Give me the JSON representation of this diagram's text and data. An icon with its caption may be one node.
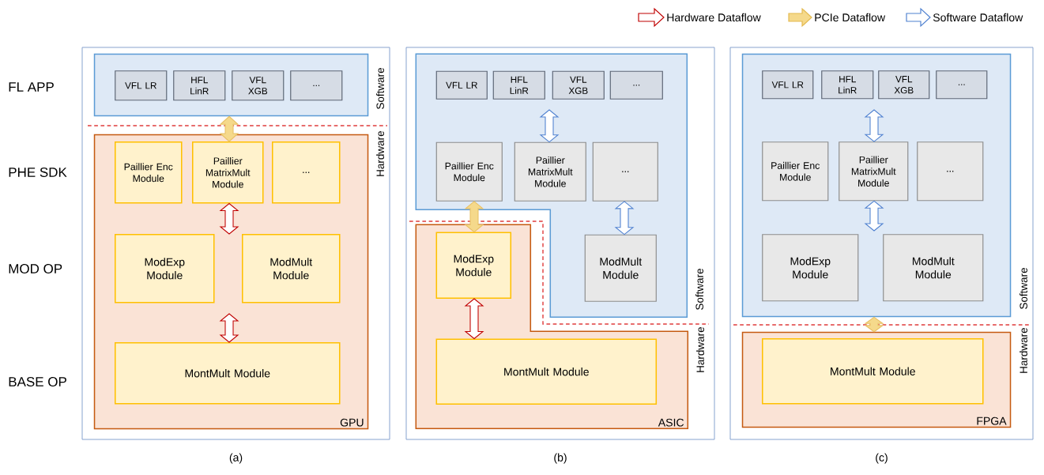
{
  "diagram": {
    "nodes": [
      {
        "text": [],
        "shape": "box",
        "beside": [
          "(a)"
        ]
      },
      {
        "text": [],
        "shape": "box",
        "beside": [
          "Software"
        ],
        "in": 0
      },
      {
        "text": [
          "VFL LR"
        ],
        "in": 1
      },
      {
        "text": [
          "HFL LinR"
        ],
        "in": 1
      },
      {
        "text": [
          "VFL XGB"
        ],
        "in": 1
      },
      {
        "text": [
          "..."
        ],
        "in": 1
      },
      {
        "text": [
          "GPU"
        ],
        "beside": [
          "Hardware"
        ],
        "in": 0
      },
      {
        "text": [
          "Paillier Enc Module"
        ],
        "in": 6
      },
      {
        "text": [
          "Paillier MatrixMult Module"
        ],
        "in": 6
      },
      {
        "text": [
          "..."
        ],
        "in": 6
      },
      {
        "text": [
          "ModExp Module"
        ],
        "in": 6
      },
      {
        "text": [
          "ModMult Module"
        ],
        "in": 6
      },
      {
        "text": [
          "MontMult Module"
        ],
        "in": 6
      },
      {
        "text": [],
        "shape": "box",
        "beside": [
          "(b)"
        ]
      },
      {
        "text": [],
        "shape": "box",
        "beside": [
          "Software"
        ],
        "in": 13
      },
      {
        "text": [
          "VFL LR"
        ],
        "in": 14
      },
      {
        "text": [
          "HFL LinR"
        ],
        "in": 14
      },
      {
        "text": [
          "VFL XGB"
        ],
        "in": 14
      },
      {
        "text": [
          "..."
        ],
        "in": 14
      },
      {
        "text": [
          "Paillier Enc Module"
        ],
        "in": 14
      },
      {
        "text": [
          "Paillier MatrixMult Module"
        ],
        "in": 14
      },
      {
        "text": [
          "..."
        ],
        "in": 14
      },
      {
        "text": [
          "ModMult Module"
        ],
        "in": 14
      },
      {
        "text": [
          "ASIC"
        ],
        "beside": [
          "Hardware"
        ],
        "in": 13
      },
      {
        "text": [
          "ModExp Module"
        ],
        "in": 23
      },
      {
        "text": [
          "MontMult Module"
        ],
        "in": 23
      },
      {
        "text": [],
        "shape": "box",
        "beside": [
          "(c)"
        ]
      },
      {
        "text": [],
        "shape": "box",
        "beside": [
          "Software"
        ],
        "in": 26
      },
      {
        "text": [
          "VFL LR"
        ],
        "in": 27
      },
      {
        "text": [
          "HFL LinR"
        ],
        "in": 27
      },
      {
        "text": [
          "VFL XGB"
        ],
        "in": 27
      },
      {
        "text": [
          "..."
        ],
        "in": 27
      },
      {
        "text": [
          "Paillier Enc Module"
        ],
        "in": 27
      },
      {
        "text": [
          "Paillier MatrixMult Module"
        ],
        "in": 27
      },
      {
        "text": [
          "..."
        ],
        "in": 27
      },
      {
        "text": [
          "ModExp Module"
        ],
        "in": 27
      },
      {
        "text": [
          "ModMult Module"
        ],
        "in": 27
      },
      {
        "text": [
          "FPGA"
        ],
        "beside": [
          "Hardware"
        ],
        "in": 26
      },
      {
        "text": [
          "MontMult Module"
        ],
        "in": 37
      }
    ],
    "edges": [
      {
        "from": 1,
        "to": 8,
        "arrow": "both",
        "color": "#e8c065"
      },
      {
        "from": 8,
        "to": null,
        "arrow": "both",
        "color": "#c00000"
      },
      {
        "from": null,
        "to": 12,
        "arrow": "both",
        "color": "#c00000"
      },
      {
        "from": null,
        "to": 20,
        "arrow": "both",
        "color": "#4f81d0"
      },
      {
        "from": 21,
        "to": 22,
        "arrow": "both",
        "color": "#4f81d0"
      },
      {
        "from": 19,
        "to": 24,
        "arrow": "both",
        "color": "#e8c065"
      },
      {
        "from": 24,
        "to": 25,
        "arrow": "both",
        "color": "#c00000"
      },
      {
        "from": null,
        "to": 33,
        "arrow": "both",
        "color": "#4f81d0"
      },
      {
        "from": 33,
        "to": null,
        "arrow": "both",
        "color": "#4f81d0"
      },
      {
        "from": 27,
        "to": 37,
        "arrow": "both",
        "color": "#e8c065"
      }
    ],
    "labels": [
      "FL APP",
      "PHE SDK",
      "MOD OP",
      "BASE OP"
    ],
    "legend": [
      {
        "text": "Hardware Dataflow"
      },
      {
        "text": "PCIe Dataflow"
      },
      {
        "text": "Software Dataflow"
      }
    ]
  }
}
